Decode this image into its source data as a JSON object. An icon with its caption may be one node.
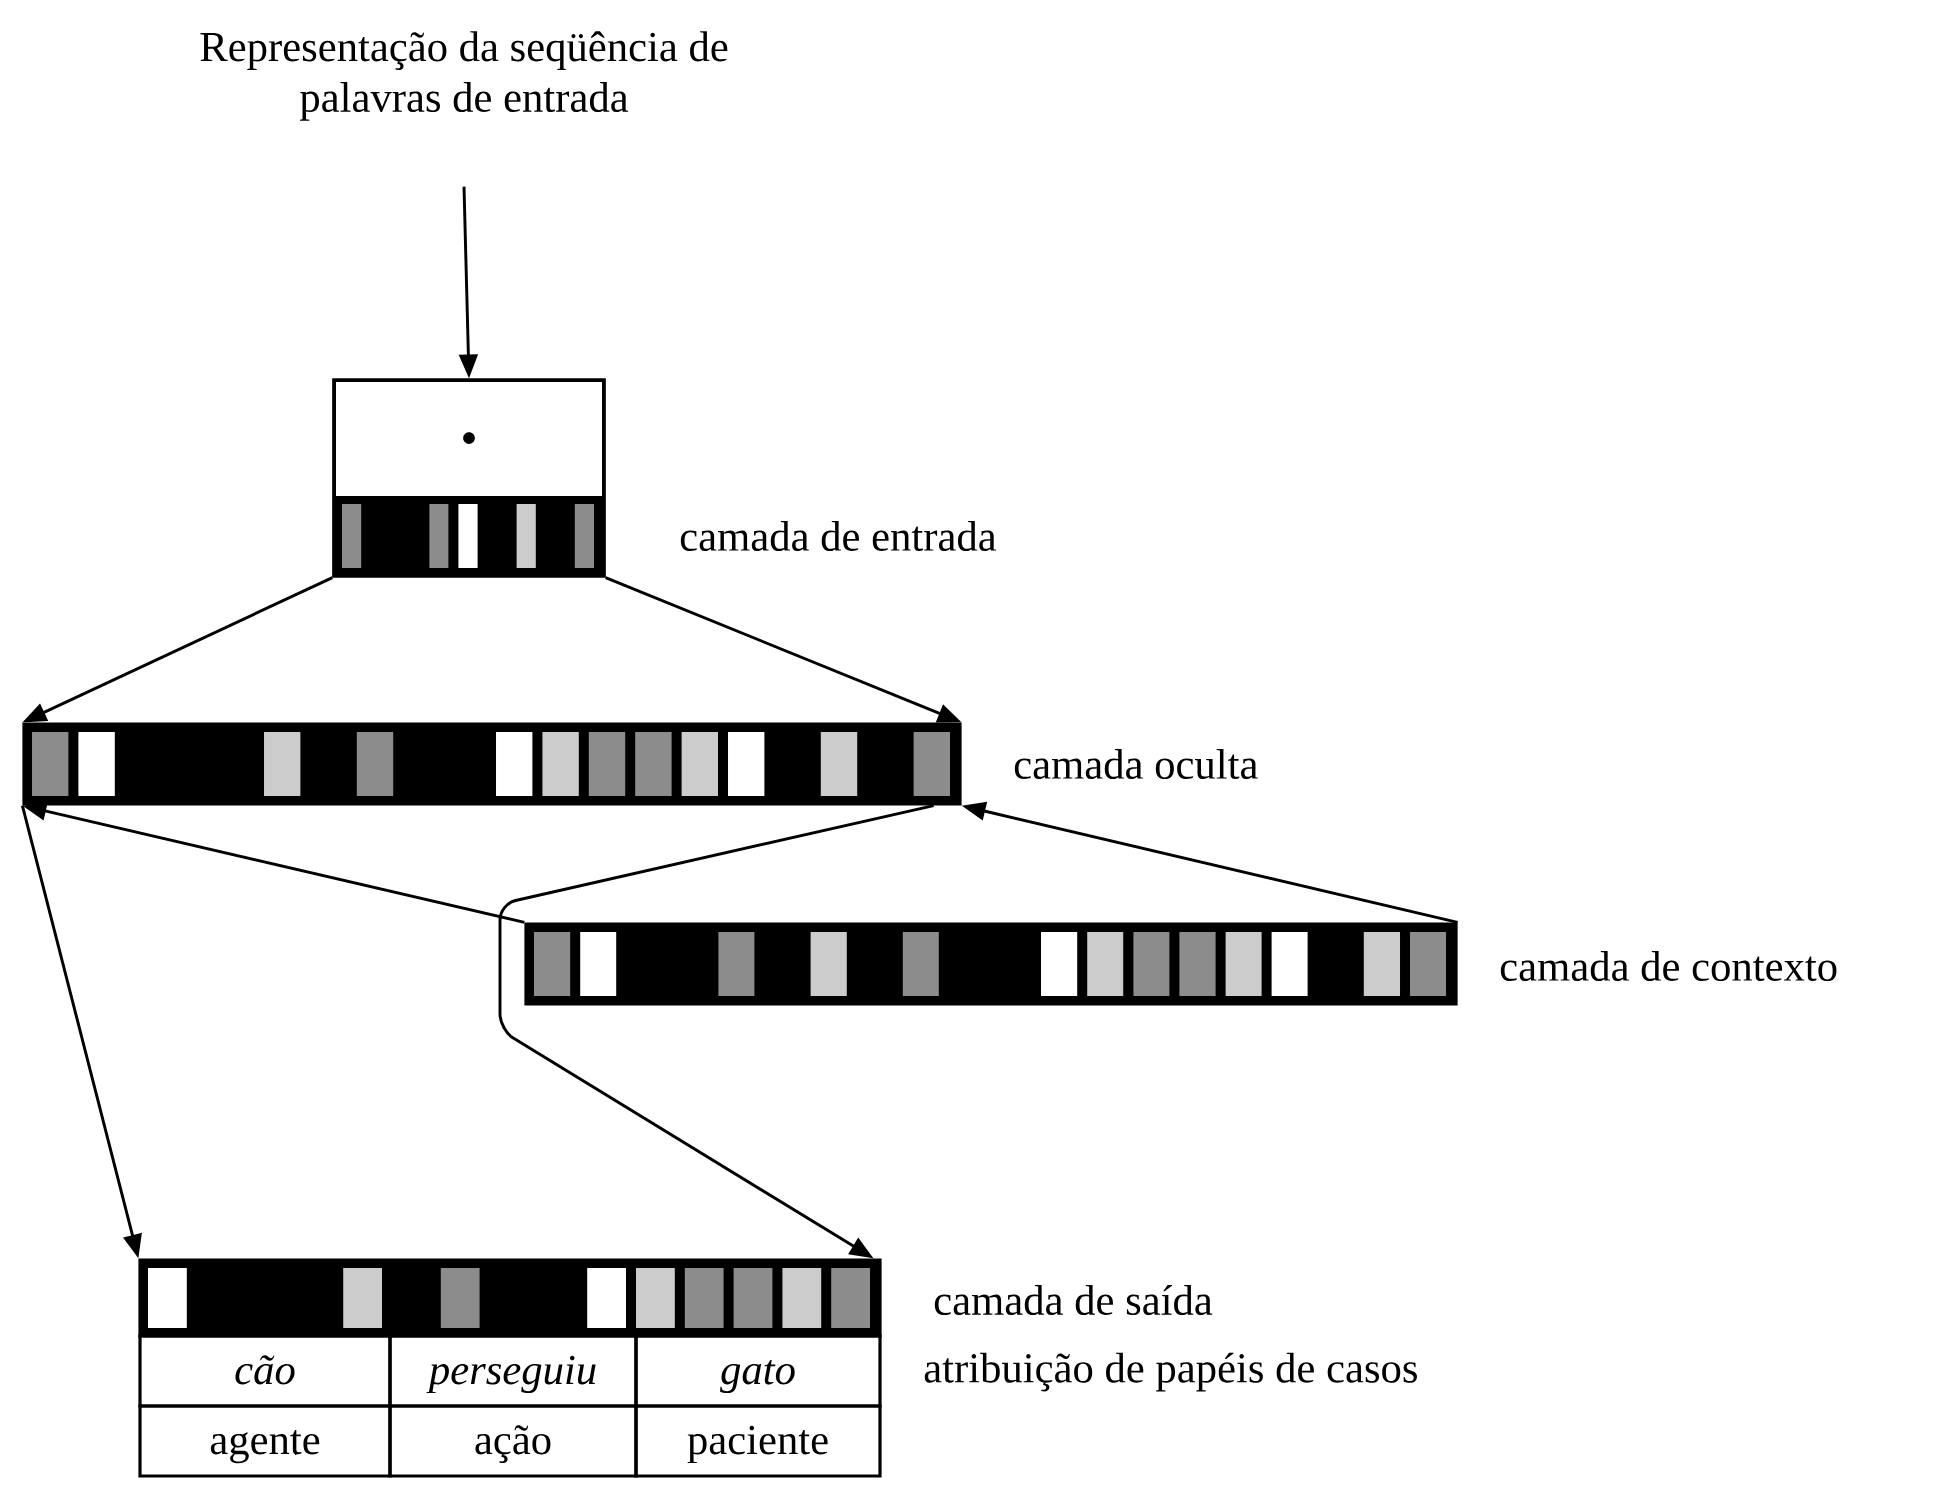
{
  "diagram": {
    "nodes": [
      {
        "text": [
          "Representação da seqüência de palavras de entrada"
        ]
      },
      {
        "text": [],
        "shape": "box",
        "beside": [
          "camada de entrada"
        ]
      },
      {
        "text": [],
        "shape": "bar",
        "beside": [
          "camada oculta"
        ]
      },
      {
        "text": [],
        "shape": "bar",
        "beside": [
          "camada de contexto"
        ]
      },
      {
        "text": [],
        "shape": "bar",
        "beside": [
          "camada de saída"
        ]
      }
    ],
    "edges": [
      {
        "from": 0,
        "to": 1,
        "arrow": "to"
      },
      {
        "from": 1,
        "to": 2,
        "arrow": "to"
      },
      {
        "from": 1,
        "to": 2,
        "arrow": "to"
      },
      {
        "from": 3,
        "to": 2,
        "arrow": "to"
      },
      {
        "from": 3,
        "to": 2,
        "arrow": "to"
      },
      {
        "from": 2,
        "to": 4,
        "arrow": "to"
      },
      {
        "from": 2,
        "to": 4,
        "arrow": "to"
      }
    ],
    "labels": [
      "cão",
      "perseguiu",
      "gato",
      "atribuição de papéis de casos",
      "agente",
      "ação",
      "paciente"
    ]
  }
}
